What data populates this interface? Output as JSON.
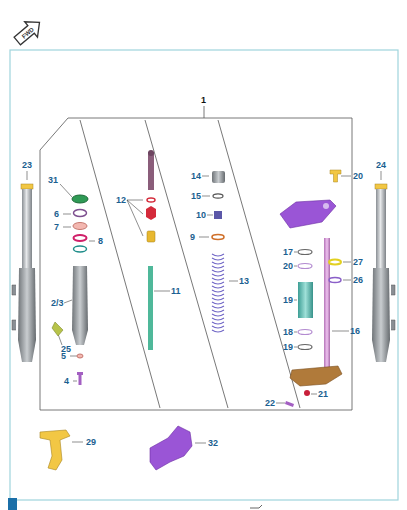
{
  "diagram": {
    "labels": [
      "FWD",
      "1",
      "23",
      "24",
      "31",
      "6",
      "7",
      "8",
      "2/3",
      "25",
      "5",
      "4",
      "12",
      "11",
      "14",
      "15",
      "10",
      "9",
      "13",
      "20",
      "17",
      "20",
      "19",
      "18",
      "19",
      "27",
      "26",
      "16",
      "21",
      "22",
      "29",
      "32"
    ]
  }
}
